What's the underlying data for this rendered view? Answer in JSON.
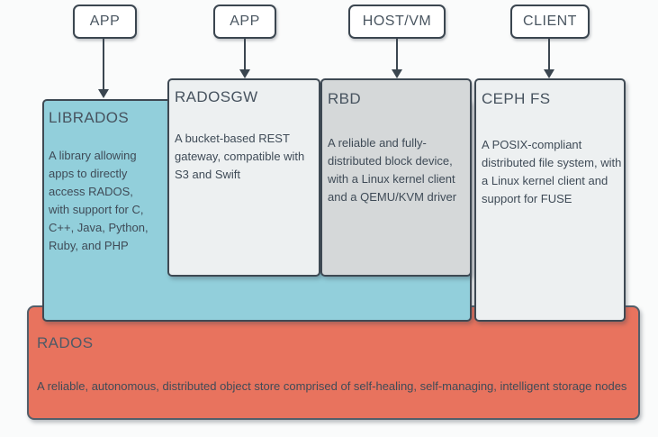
{
  "diagram": {
    "subject": "Ceph architecture stack",
    "colors": {
      "background": "#fafbfb",
      "node_fill": "#ffffff",
      "border_dark": "#3b4650",
      "librados_fill": "#92cfdb",
      "radosgw_fill": "#edf0f1",
      "rbd_fill": "#d5d8d9",
      "cephfs_fill": "#edf0f1",
      "rados_fill": "#e8735e",
      "text": "#3f4b57"
    }
  },
  "top_nodes": [
    {
      "label": "APP"
    },
    {
      "label": "APP"
    },
    {
      "label": "HOST/VM"
    },
    {
      "label": "CLIENT"
    }
  ],
  "components": {
    "librados": {
      "title": "LIBRADOS",
      "description": "A library allowing apps to directly access RADOS, with support for C, C++, Java, Python, Ruby, and PHP"
    },
    "radosgw": {
      "title": "RADOSGW",
      "description": "A bucket-based REST gateway, compatible with S3 and Swift"
    },
    "rbd": {
      "title": "RBD",
      "description": "A reliable and fully-distributed block device, with a Linux kernel client and a QEMU/KVM driver"
    },
    "cephfs": {
      "title": "CEPH FS",
      "description": "A POSIX-compliant distributed file system, with a Linux kernel client and support for FUSE"
    },
    "rados": {
      "title": "RADOS",
      "description": "A reliable, autonomous, distributed object store comprised of self-healing, self-managing, intelligent storage nodes"
    }
  }
}
